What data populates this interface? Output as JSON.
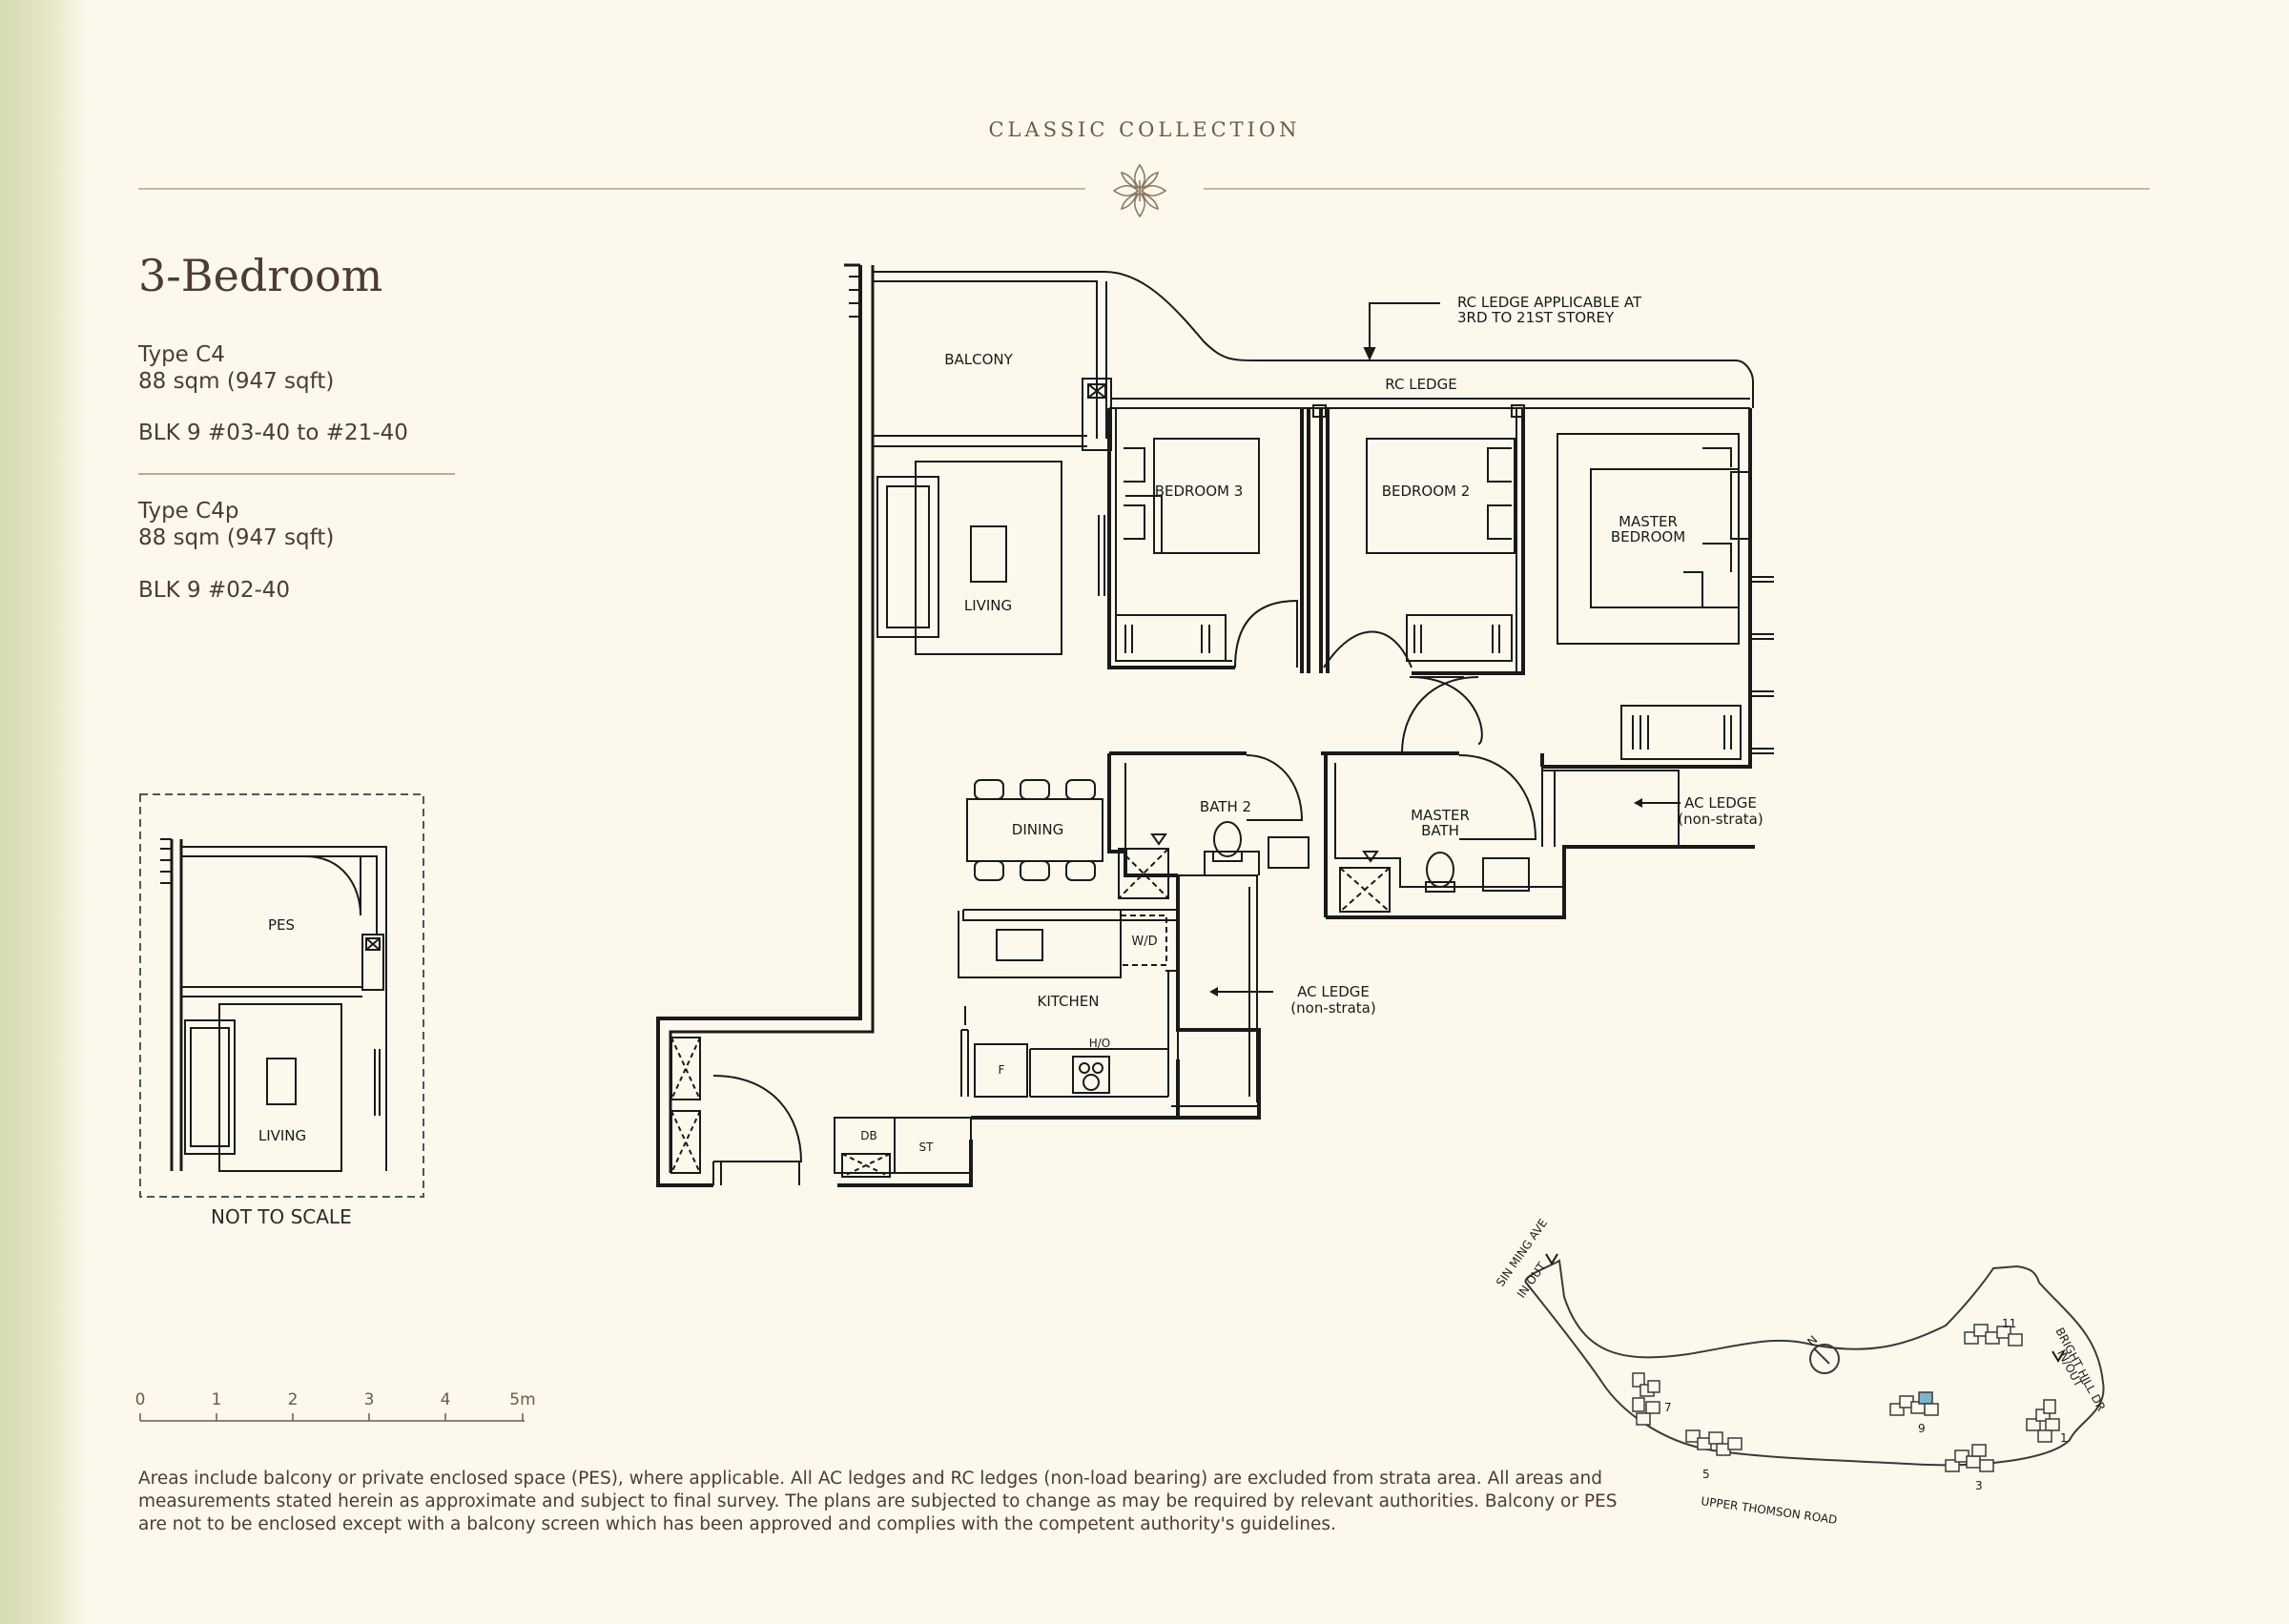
{
  "header": {
    "collection": "CLASSIC COLLECTION"
  },
  "unit": {
    "title": "3-Bedroom",
    "type_a": "Type C4",
    "area_a": "88 sqm (947 sqft)",
    "blk_a": "BLK 9 #03-40 to #21-40",
    "type_b": "Type C4p",
    "area_b": "88 sqm (947 sqft)",
    "blk_b": "BLK 9 #02-40"
  },
  "floorplan": {
    "rooms": {
      "balcony": "BALCONY",
      "living": "LIVING",
      "bedroom3": "BEDROOM 3",
      "bedroom2": "BEDROOM 2",
      "master_line1": "MASTER",
      "master_line2": "BEDROOM",
      "dining": "DINING",
      "bath2": "BATH 2",
      "master_bath_line1": "MASTER",
      "master_bath_line2": "BATH",
      "kitchen": "KITCHEN",
      "wd": "W/D",
      "ho": "H/O",
      "fridge": "F",
      "db": "DB",
      "st": "ST"
    },
    "annotations": {
      "rc_ledge": "RC LEDGE",
      "rc_note_line1": "RC LEDGE APPLICABLE AT",
      "rc_note_line2": "3RD TO 21ST STOREY",
      "ac_ledge": "AC LEDGE",
      "non_strata": "(non-strata)"
    }
  },
  "inset": {
    "pes": "PES",
    "living": "LIVING",
    "not_to_scale": "NOT TO SCALE"
  },
  "scale_bar": {
    "ticks": [
      "0",
      "1",
      "2",
      "3",
      "4",
      "5m"
    ]
  },
  "site_plan": {
    "road_sin_ming_line1": "SIN MING AVE",
    "road_sin_ming_line2": "IN/OUT",
    "road_bright_hill_line1": "BRIGHT HILL DR",
    "road_bright_hill_line2": "IN/OUT",
    "road_upper_thomson": "UPPER THOMSON ROAD",
    "north": "N",
    "blocks": [
      "11",
      "7",
      "9",
      "1",
      "5",
      "3"
    ]
  },
  "footnote": "Areas include balcony or private enclosed space (PES), where applicable. All AC ledges and RC ledges (non-load bearing) are excluded from strata area. All areas and measurements stated herein as approximate and subject to final survey. The plans are subjected to change as may be required by relevant authorities. Balcony or PES are not to be enclosed except with a balcony screen which has been approved and complies with the competent authority's guidelines.",
  "colors": {
    "background": "#fcf8ec",
    "accent": "#6b5a4a",
    "plan_line": "#1a1a1a",
    "highlight_block": "#7fb3c9"
  }
}
